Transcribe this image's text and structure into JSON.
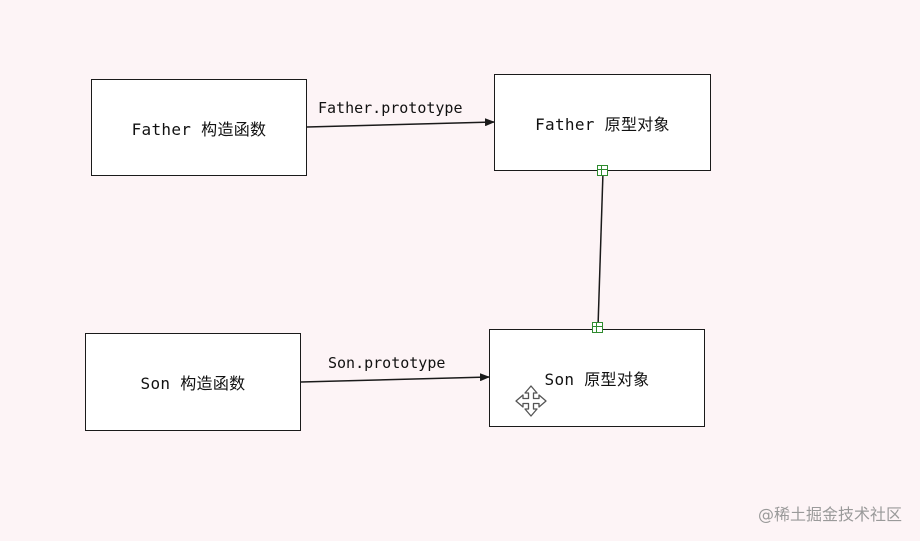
{
  "boxes": {
    "father_constructor": "Father 构造函数",
    "father_prototype_object": "Father 原型对象",
    "son_constructor": "Son 构造函数",
    "son_prototype_object": "Son 原型对象"
  },
  "arrows": {
    "father_prototype": "Father.prototype",
    "son_prototype": "Son.prototype"
  },
  "icons": {
    "move": "move-cursor-icon",
    "handle": "connection-handle-icon"
  },
  "colors": {
    "background": "#fdf4f6",
    "handle": "#2e8b2e",
    "line": "#1a1a1a",
    "watermark": "#9a9a9a"
  },
  "watermark": "@稀土掘金技术社区"
}
